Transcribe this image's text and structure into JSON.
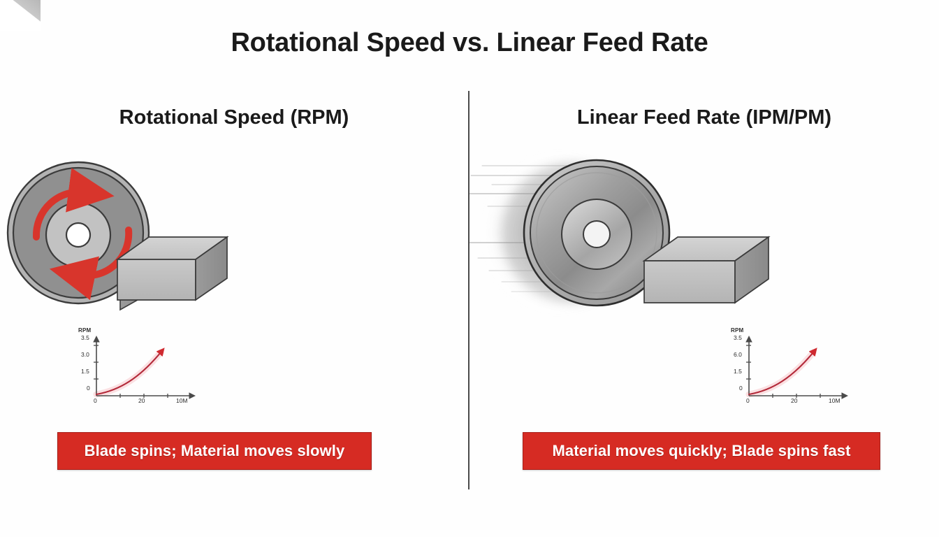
{
  "slide": {
    "title": "Rotational Speed vs. Linear Feed Rate",
    "accent_red": "#d62b23",
    "divider_color": "#4a4a4a"
  },
  "panels": [
    {
      "heading": "Rotational Speed (RPM)",
      "illustration": {
        "name": "rotating-blade-and-workpiece",
        "blade_label": "grinding-blade-disc",
        "block_label": "workpiece-block",
        "rotation_arrows": 2,
        "motion_blur": false
      },
      "banner": "Blade spins; Material moves slowly",
      "chart_data": {
        "type": "line",
        "title": "",
        "ylabel": "RPM",
        "xlabel": "",
        "y_ticks": [
          "3.5",
          "3.0",
          "1.5",
          "0"
        ],
        "x_ticks": [
          "0",
          "20",
          "10M"
        ],
        "x": [
          0,
          20,
          40,
          60,
          80,
          100
        ],
        "values": [
          0,
          0.35,
          0.85,
          1.5,
          2.35,
          3.3
        ],
        "ylim": [
          0,
          3.5
        ],
        "xlim": [
          0,
          100
        ],
        "grid": false,
        "legend": "none",
        "line_color": "#cf2a30",
        "arrow_head": true
      }
    },
    {
      "heading": "Linear Feed Rate (IPM/PM)",
      "illustration": {
        "name": "fast-spinning-blade-and-workpiece",
        "blade_label": "grinding-blade-disc",
        "block_label": "workpiece-block",
        "rotation_arrows": 0,
        "motion_blur": true
      },
      "banner": "Material moves quickly; Blade spins fast",
      "chart_data": {
        "type": "line",
        "title": "",
        "ylabel": "RPM",
        "xlabel": "",
        "y_ticks": [
          "3.5",
          "6.0",
          "1.5",
          "0"
        ],
        "x_ticks": [
          "0",
          "20",
          "10M"
        ],
        "x": [
          0,
          20,
          40,
          60,
          80,
          100
        ],
        "values": [
          0,
          0.35,
          0.85,
          1.5,
          2.35,
          3.3
        ],
        "ylim": [
          0,
          3.5
        ],
        "xlim": [
          0,
          100
        ],
        "grid": false,
        "legend": "none",
        "line_color": "#cf2a30",
        "arrow_head": true
      }
    }
  ]
}
